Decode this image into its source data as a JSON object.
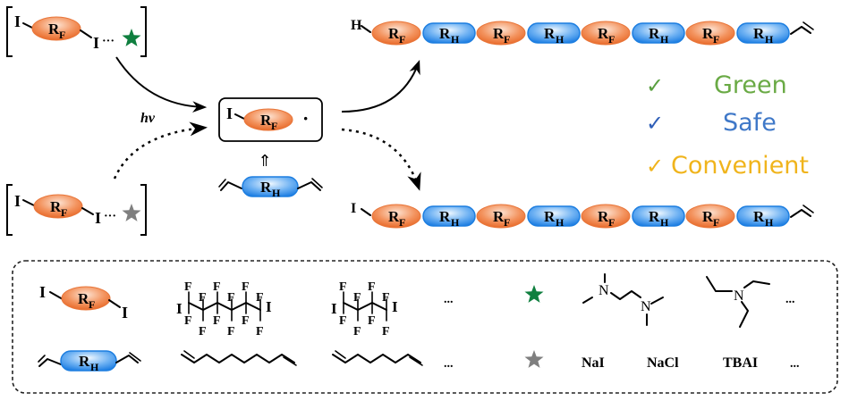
{
  "colors": {
    "rf_fill": "#f07f45",
    "rf_light": "#fbd6c0",
    "rh_fill": "#2f8be8",
    "rh_light": "#d7ecfd",
    "green_star": "#0f7f3f",
    "gray_star": "#7f7f7f",
    "green_text": "#6aaa45",
    "blue_text": "#3f78c8",
    "yellow_text": "#f0b41c"
  },
  "labels": {
    "I": "I",
    "H": "H",
    "R": "R",
    "F": "F",
    "Hsub": "H",
    "hv": "hν",
    "dots": "···",
    "radical_dot": "·",
    "ellipsis": "...",
    "up_arrow": "⇑"
  },
  "benefits": [
    {
      "check": "✓",
      "text": "Green",
      "color": "#6aaa45",
      "check_color": "#5aa040"
    },
    {
      "check": "✓",
      "text": "Safe",
      "color": "#3f78c8",
      "check_color": "#2f5fb8"
    },
    {
      "check": "✓",
      "text": "Convenient",
      "color": "#f0b41c",
      "check_color": "#f0b41c"
    }
  ],
  "chain_top": {
    "end_group": "H",
    "segments": [
      "RF",
      "RH",
      "RF",
      "RH",
      "RF",
      "RH",
      "RF",
      "RH"
    ]
  },
  "chain_bottom": {
    "end_group": "I",
    "segments": [
      "RF",
      "RH",
      "RF",
      "RH",
      "RF",
      "RH",
      "RF",
      "RH"
    ]
  },
  "legend": {
    "row1_ellipsis": "...",
    "row2_ellipsis": "...",
    "halogen_salts": [
      "NaI",
      "NaCl",
      "TBAI"
    ],
    "salts_ellipsis": "...",
    "amines_ellipsis": "..."
  }
}
